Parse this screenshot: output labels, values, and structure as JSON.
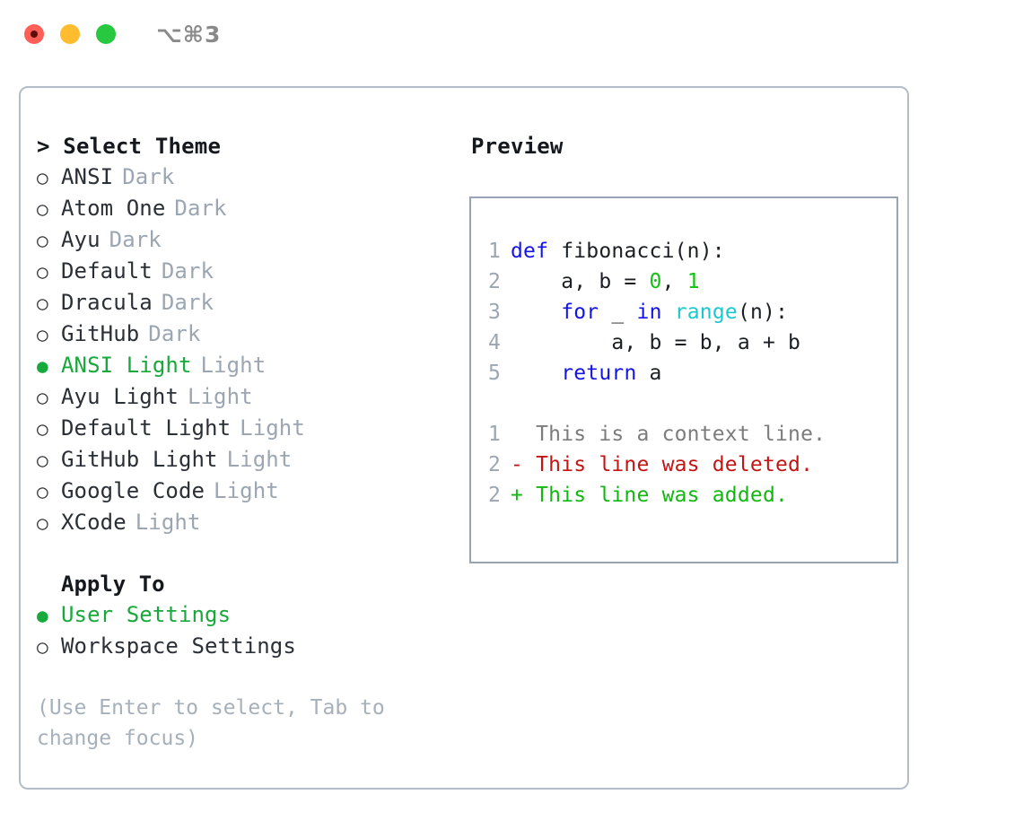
{
  "window": {
    "traffic_lights": [
      "close",
      "minimize",
      "maximize"
    ],
    "shortcut_label": "⌥⌘3",
    "colors": {
      "close": "#ff5f57",
      "minimize": "#febc2e",
      "maximize": "#28c840",
      "accent_green": "#18a93c",
      "muted": "#9ba6b2",
      "border": "#b4bcc8"
    }
  },
  "theme_picker": {
    "heading": "> Select Theme",
    "bullet_unselected": "○",
    "bullet_selected": "●",
    "items": [
      {
        "name": "ANSI",
        "kind": "Dark",
        "selected": false
      },
      {
        "name": "Atom One",
        "kind": "Dark",
        "selected": false
      },
      {
        "name": "Ayu",
        "kind": "Dark",
        "selected": false
      },
      {
        "name": "Default",
        "kind": "Dark",
        "selected": false
      },
      {
        "name": "Dracula",
        "kind": "Dark",
        "selected": false
      },
      {
        "name": "GitHub",
        "kind": "Dark",
        "selected": false
      },
      {
        "name": "ANSI Light",
        "kind": "Light",
        "selected": true
      },
      {
        "name": "Ayu Light",
        "kind": "Light",
        "selected": false
      },
      {
        "name": "Default Light",
        "kind": "Light",
        "selected": false
      },
      {
        "name": "GitHub Light",
        "kind": "Light",
        "selected": false
      },
      {
        "name": "Google Code",
        "kind": "Light",
        "selected": false
      },
      {
        "name": "XCode",
        "kind": "Light",
        "selected": false
      }
    ]
  },
  "apply_to": {
    "heading": "Apply To",
    "options": [
      {
        "label": "User Settings",
        "selected": true
      },
      {
        "label": "Workspace Settings",
        "selected": false
      }
    ]
  },
  "hint": "(Use Enter to select, Tab to change focus)",
  "preview": {
    "heading": "Preview",
    "code_lines": [
      {
        "no": "1",
        "segments": [
          {
            "t": "def",
            "c": "kw"
          },
          {
            "t": " fibonacci(n):",
            "c": ""
          }
        ]
      },
      {
        "no": "2",
        "segments": [
          {
            "t": "    a, b = ",
            "c": ""
          },
          {
            "t": "0",
            "c": "num"
          },
          {
            "t": ", ",
            "c": ""
          },
          {
            "t": "1",
            "c": "num"
          }
        ]
      },
      {
        "no": "3",
        "segments": [
          {
            "t": "    ",
            "c": ""
          },
          {
            "t": "for",
            "c": "kw"
          },
          {
            "t": " _ ",
            "c": ""
          },
          {
            "t": "in",
            "c": "kw"
          },
          {
            "t": " ",
            "c": ""
          },
          {
            "t": "range",
            "c": "fn"
          },
          {
            "t": "(n):",
            "c": ""
          }
        ]
      },
      {
        "no": "4",
        "segments": [
          {
            "t": "        a, b = b, a + b",
            "c": ""
          }
        ]
      },
      {
        "no": "5",
        "segments": [
          {
            "t": "    ",
            "c": ""
          },
          {
            "t": "return",
            "c": "kw"
          },
          {
            "t": " a",
            "c": ""
          }
        ]
      }
    ],
    "diff_lines": [
      {
        "no": "1",
        "marker": " ",
        "text": "  This is a context line.",
        "kind": "ctx"
      },
      {
        "no": "2",
        "marker": "-",
        "text": "- This line was deleted.",
        "kind": "del"
      },
      {
        "no": "2",
        "marker": "+",
        "text": "+ This line was added.",
        "kind": "add"
      }
    ]
  }
}
